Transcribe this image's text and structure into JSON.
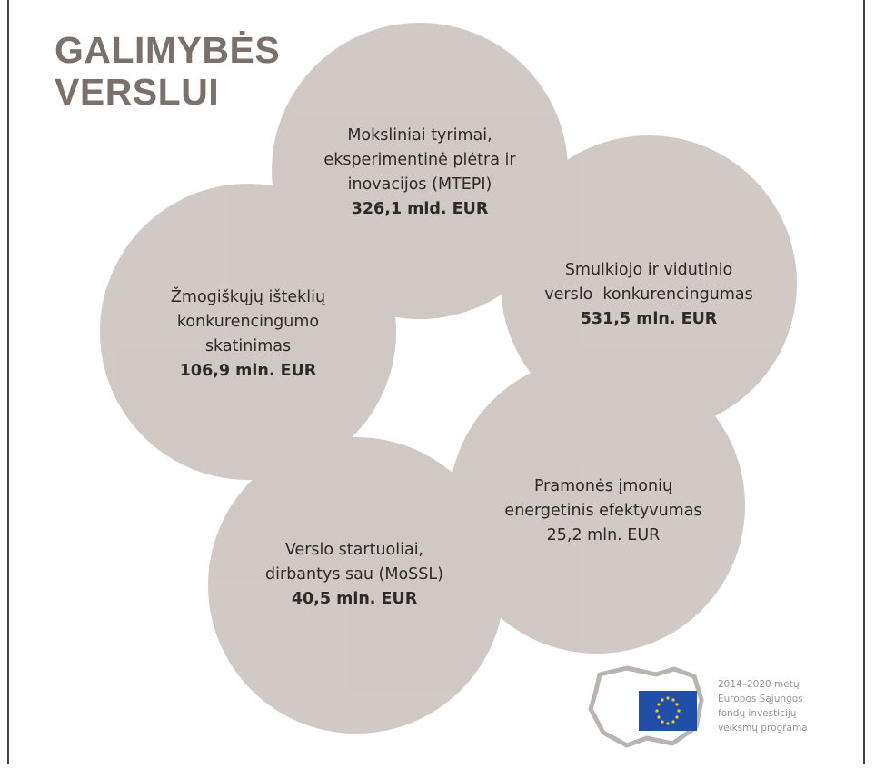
{
  "title": {
    "line1": "GALIMYBĖS",
    "line2": "VERSLUI"
  },
  "bubbles": [
    {
      "id": "mtepi",
      "lines": [
        "Moksliniai tyrimai,",
        "eksperimentinė plėtra ir",
        "inovacijos (MTEPI)"
      ],
      "amount": "326,1 mld. EUR"
    },
    {
      "id": "smvk",
      "lines": [
        "Smulkiojo ir vidutinio",
        "verslo  konkurencingumas"
      ],
      "amount": "531,5 mln. EUR"
    },
    {
      "id": "zik",
      "lines": [
        "Žmogiškųjų išteklių",
        "konkurencingumo",
        "skatinimas"
      ],
      "amount": "106,9 mln. EUR"
    },
    {
      "id": "pie",
      "lines": [
        "Pramonės įmonių",
        "energetinis efektyvumas"
      ],
      "amount": "25,2 mln. EUR"
    },
    {
      "id": "mossl",
      "lines": [
        "Verslo startuoliai,",
        "dirbantys sau (MoSSL)"
      ],
      "amount": "40,5 mln. EUR"
    }
  ],
  "eu_logo": {
    "lines": [
      "2014–2020 metų",
      "Europos Sąjungos",
      "fondų investicijų",
      "veiksmų programa"
    ]
  },
  "colors": {
    "bubble": "#c9c1bc",
    "overlap": "#a59b96",
    "title": "#7a716c",
    "eu_blue": "#1f4fa8",
    "eu_star": "#f2cc1d"
  }
}
